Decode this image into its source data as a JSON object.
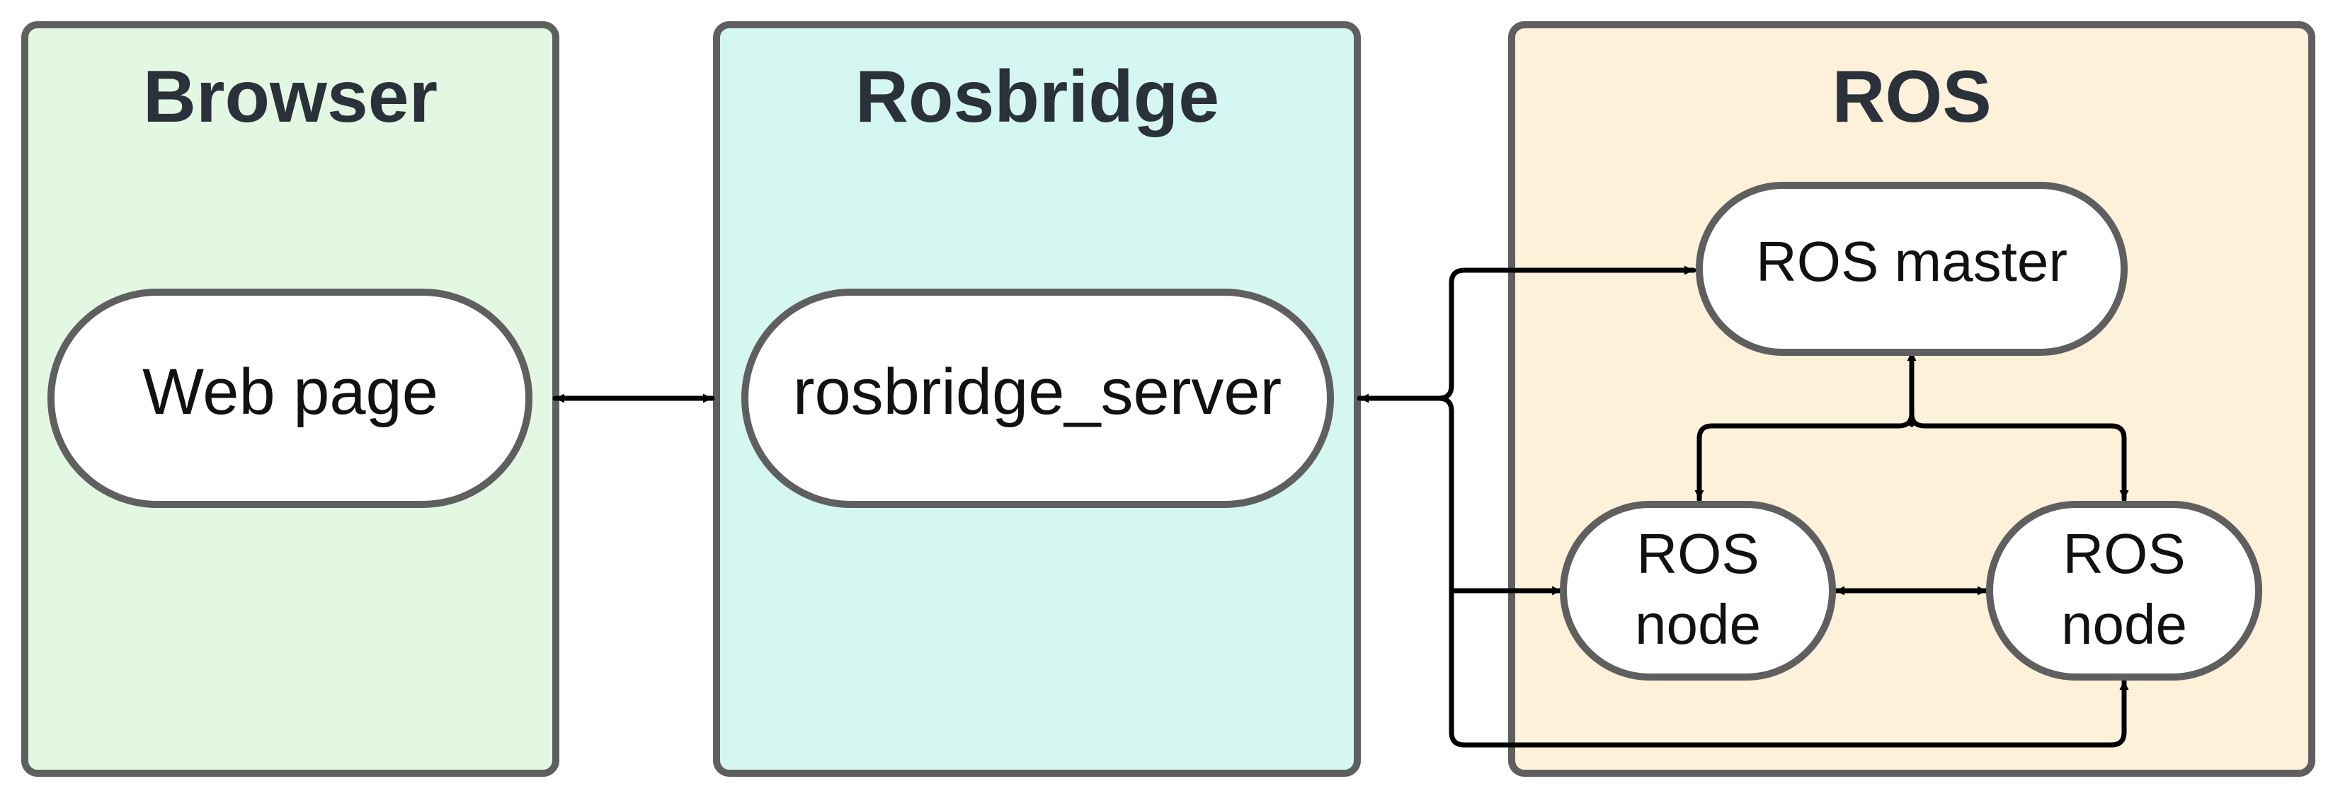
{
  "panels": {
    "browser": {
      "title": "Browser",
      "color": "#e3f8e2"
    },
    "rosbridge": {
      "title": "Rosbridge",
      "color": "#d5f7f1"
    },
    "ros": {
      "title": "ROS",
      "color": "#fdf1da"
    }
  },
  "nodes": {
    "web_page": "Web page",
    "rosbridge_server": "rosbridge_server",
    "ros_master": "ROS master",
    "ros_node_left": {
      "line1": "ROS",
      "line2": "node"
    },
    "ros_node_right": {
      "line1": "ROS",
      "line2": "node"
    }
  },
  "colors": {
    "border": "#5f5f5f",
    "arrow": "#000000",
    "title_text": "#2b313a"
  }
}
